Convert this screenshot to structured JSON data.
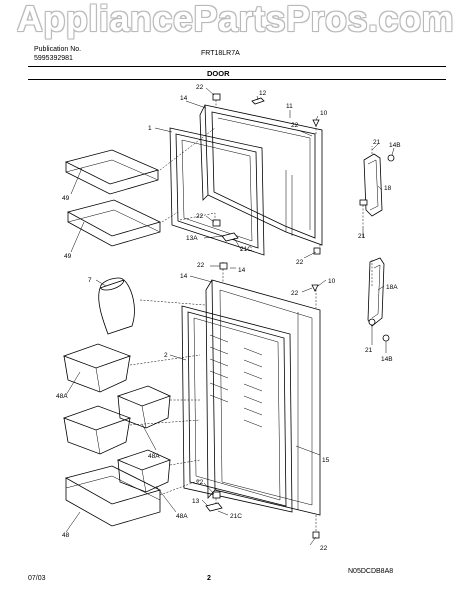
{
  "watermark": "AppliancePartsPros.com",
  "header": {
    "publication_label": "Publication No.",
    "publication_number": "5995392981",
    "model": "FRT18LR7A",
    "section_title": "DOOR"
  },
  "footer": {
    "date": "07/03",
    "page_number": "2",
    "drawing_code": "N05DCDB8A8"
  },
  "callouts": {
    "c22a": "22",
    "c12": "12",
    "c14a": "14",
    "c11": "11",
    "c10a": "10",
    "c22b": "22",
    "c1": "1",
    "c21a": "21",
    "c14b": "14B",
    "c18": "18",
    "c49a": "49",
    "c49b": "49",
    "c22c": "22",
    "c13a": "13A",
    "c21c_a": "21C",
    "c22d": "22",
    "c21b": "21",
    "c22e": "22",
    "c14c": "14",
    "c14d": "14",
    "c7": "7",
    "c10b": "10",
    "c22f": "22",
    "c18a": "18A",
    "c2": "2",
    "c21d": "21",
    "c14b2": "14B",
    "c48a_a": "48A",
    "c48a_b": "48A",
    "c15": "15",
    "c48a_c": "48A",
    "c22g": "22",
    "c13": "13",
    "c21c_b": "21C",
    "c48": "48",
    "c22h": "22"
  }
}
